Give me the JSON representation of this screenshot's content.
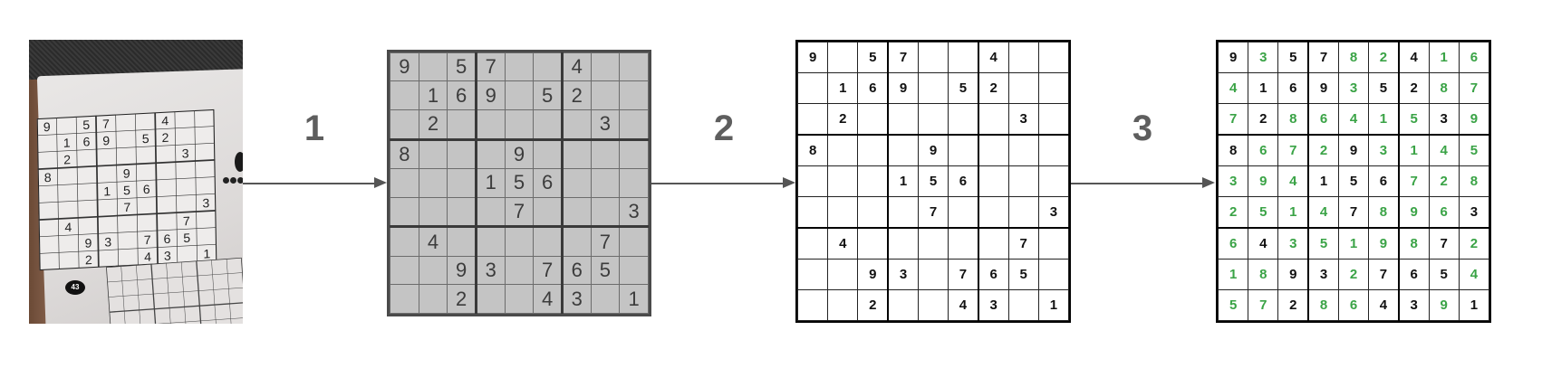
{
  "steps": {
    "step1_label": "1",
    "step2_label": "2",
    "step3_label": "3"
  },
  "photo": {
    "badge": "43"
  },
  "puzzle": [
    [
      "9",
      "",
      "5",
      "7",
      "",
      "",
      "4",
      "",
      ""
    ],
    [
      "",
      "1",
      "6",
      "9",
      "",
      "5",
      "2",
      "",
      ""
    ],
    [
      "",
      "2",
      "",
      "",
      "",
      "",
      "",
      "3",
      ""
    ],
    [
      "8",
      "",
      "",
      "",
      "9",
      "",
      "",
      "",
      ""
    ],
    [
      "",
      "",
      "",
      "1",
      "5",
      "6",
      "",
      "",
      ""
    ],
    [
      "",
      "",
      "",
      "",
      "7",
      "",
      "",
      "",
      "3"
    ],
    [
      "",
      "4",
      "",
      "",
      "",
      "",
      "",
      "7",
      ""
    ],
    [
      "",
      "",
      "9",
      "3",
      "",
      "7",
      "6",
      "5",
      ""
    ],
    [
      "",
      "",
      "2",
      "",
      "",
      "4",
      "3",
      "",
      "1"
    ]
  ],
  "solution": [
    [
      "9",
      "3",
      "5",
      "7",
      "8",
      "2",
      "4",
      "1",
      "6"
    ],
    [
      "4",
      "1",
      "6",
      "9",
      "3",
      "5",
      "2",
      "8",
      "7"
    ],
    [
      "7",
      "2",
      "8",
      "6",
      "4",
      "1",
      "5",
      "3",
      "9"
    ],
    [
      "8",
      "6",
      "7",
      "2",
      "9",
      "3",
      "1",
      "4",
      "5"
    ],
    [
      "3",
      "9",
      "4",
      "1",
      "5",
      "6",
      "7",
      "2",
      "8"
    ],
    [
      "2",
      "5",
      "1",
      "4",
      "7",
      "8",
      "9",
      "6",
      "3"
    ],
    [
      "6",
      "4",
      "3",
      "5",
      "1",
      "9",
      "8",
      "7",
      "2"
    ],
    [
      "1",
      "8",
      "9",
      "3",
      "2",
      "7",
      "6",
      "5",
      "4"
    ],
    [
      "5",
      "7",
      "2",
      "8",
      "6",
      "4",
      "3",
      "9",
      "1"
    ]
  ],
  "colors": {
    "given_digit": "#111111",
    "solved_digit": "#3aa346",
    "arrow": "#555555",
    "step_label": "#5e5e5e",
    "scan_background": "#c4c4c4"
  }
}
